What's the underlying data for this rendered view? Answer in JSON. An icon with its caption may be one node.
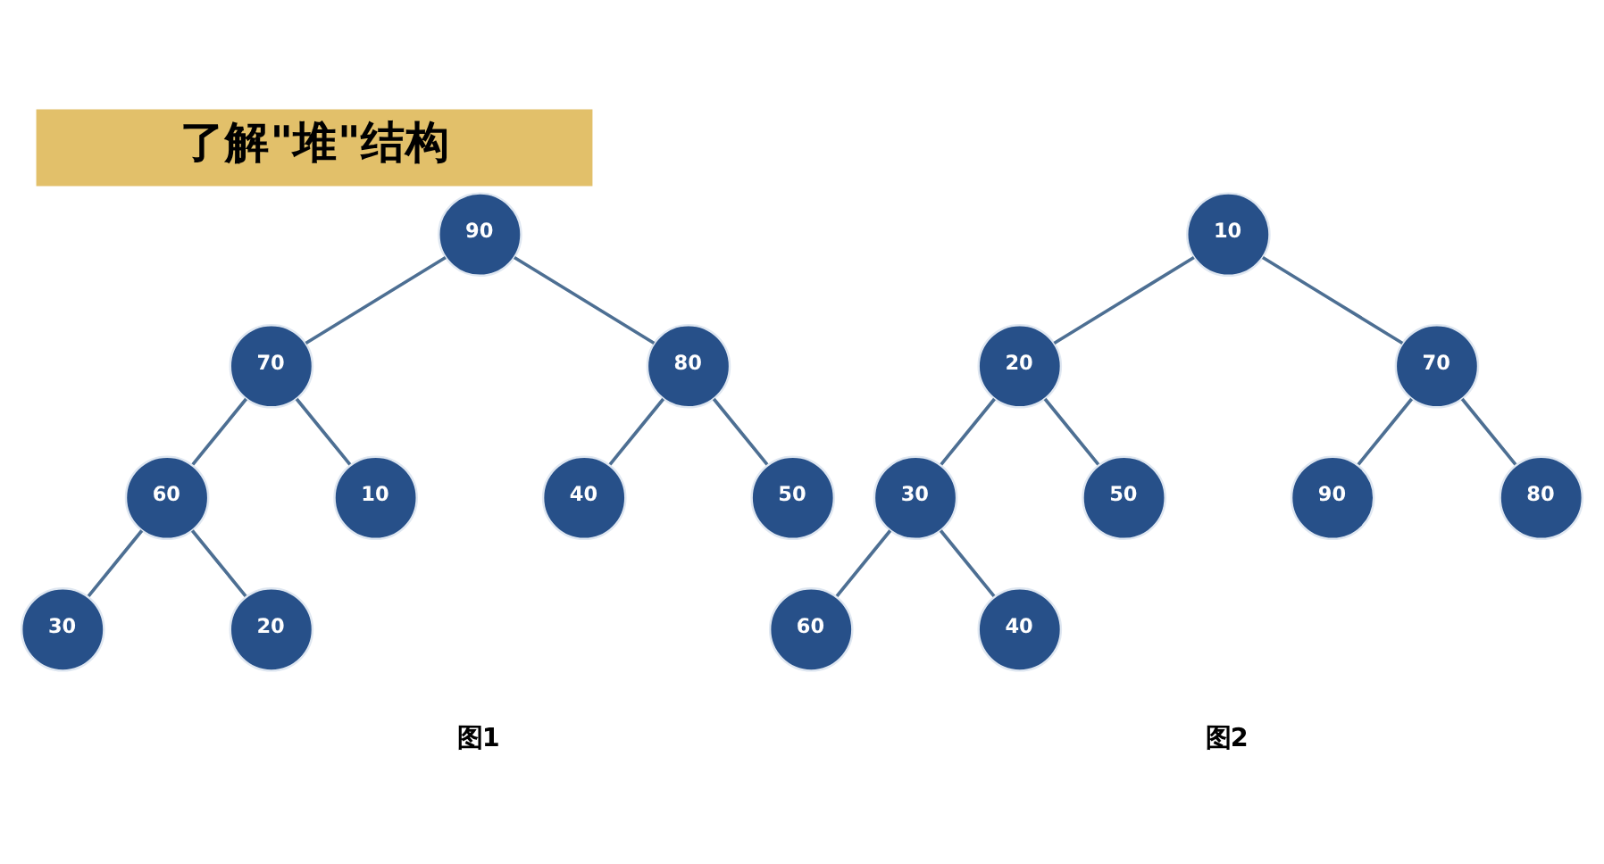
{
  "diagram": {
    "title": "了解\"堆\"结构",
    "nodes": [
      {
        "text": [
          "90"
        ]
      },
      {
        "text": [
          "70"
        ]
      },
      {
        "text": [
          "80"
        ]
      },
      {
        "text": [
          "60"
        ]
      },
      {
        "text": [
          "10"
        ]
      },
      {
        "text": [
          "40"
        ]
      },
      {
        "text": [
          "50"
        ]
      },
      {
        "text": [
          "30"
        ]
      },
      {
        "text": [
          "20"
        ]
      },
      {
        "text": [
          "10"
        ]
      },
      {
        "text": [
          "20"
        ]
      },
      {
        "text": [
          "70"
        ]
      },
      {
        "text": [
          "30"
        ]
      },
      {
        "text": [
          "50"
        ]
      },
      {
        "text": [
          "90"
        ]
      },
      {
        "text": [
          "80"
        ]
      },
      {
        "text": [
          "60"
        ]
      },
      {
        "text": [
          "40"
        ]
      }
    ],
    "edges": [
      {
        "from": 0,
        "to": 1,
        "arrow": "none"
      },
      {
        "from": 0,
        "to": 2,
        "arrow": "none"
      },
      {
        "from": 1,
        "to": 3,
        "arrow": "none"
      },
      {
        "from": 1,
        "to": 4,
        "arrow": "none"
      },
      {
        "from": 2,
        "to": 5,
        "arrow": "none"
      },
      {
        "from": 2,
        "to": 6,
        "arrow": "none"
      },
      {
        "from": 3,
        "to": 7,
        "arrow": "none"
      },
      {
        "from": 3,
        "to": 8,
        "arrow": "none"
      },
      {
        "from": 9,
        "to": 10,
        "arrow": "none"
      },
      {
        "from": 9,
        "to": 11,
        "arrow": "none"
      },
      {
        "from": 10,
        "to": 12,
        "arrow": "none"
      },
      {
        "from": 10,
        "to": 13,
        "arrow": "none"
      },
      {
        "from": 11,
        "to": 14,
        "arrow": "none"
      },
      {
        "from": 11,
        "to": 15,
        "arrow": "none"
      },
      {
        "from": 12,
        "to": 16,
        "arrow": "none"
      },
      {
        "from": 12,
        "to": 17,
        "arrow": "none"
      }
    ],
    "labels": [
      "图1",
      "图2"
    ]
  }
}
